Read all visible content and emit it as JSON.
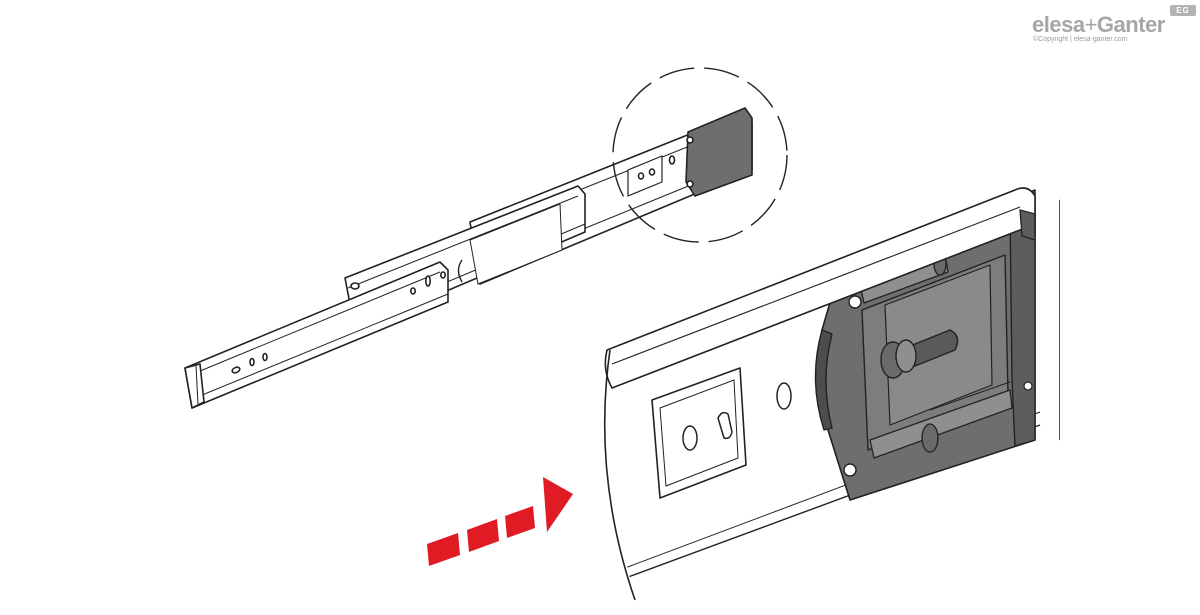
{
  "brand": {
    "name_part1": "elesa",
    "name_separator": "+",
    "name_part2": "Ganter",
    "badge": "EG",
    "copyright": "©Copyright | elesa-ganter.com"
  },
  "colors": {
    "outline": "#222222",
    "rail_fill": "#ffffff",
    "catch_fill": "#6e6e6e",
    "catch_dark": "#4d4d4d",
    "arrow_red": "#e01b24",
    "brand_gray": "#a6a6a6"
  },
  "icons": {
    "arrow": "dashed-right-arrow-icon",
    "magnifier": "detail-circle-icon"
  }
}
